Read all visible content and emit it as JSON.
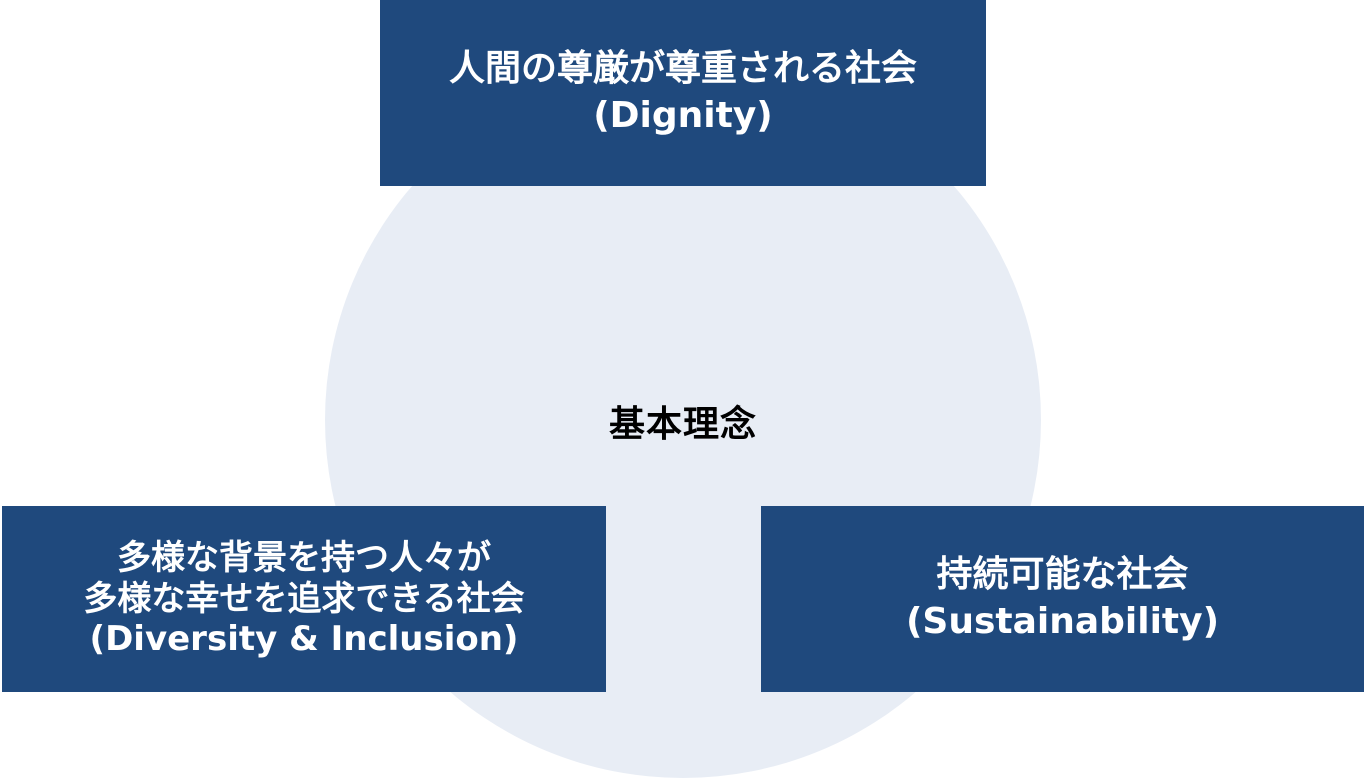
{
  "diagram": {
    "type": "concept-diagram",
    "colors": {
      "box_fill": "#1F497D",
      "box_text": "#FFFFFF",
      "circle_fill": "#E8EDF5",
      "center_text": "#000000",
      "background": "#FFFFFF"
    },
    "center": {
      "label": "基本理念"
    },
    "nodes": [
      {
        "id": "dignity",
        "position": "top",
        "lines": [
          "人間の尊厳が尊重される社会",
          "(Dignity)"
        ]
      },
      {
        "id": "diversity-inclusion",
        "position": "bottom-left",
        "lines": [
          "多様な背景を持つ人々が",
          "多様な幸せを追求できる社会",
          "(Diversity & Inclusion)"
        ]
      },
      {
        "id": "sustainability",
        "position": "bottom-right",
        "lines": [
          "持続可能な社会",
          "(Sustainability)"
        ]
      }
    ]
  }
}
